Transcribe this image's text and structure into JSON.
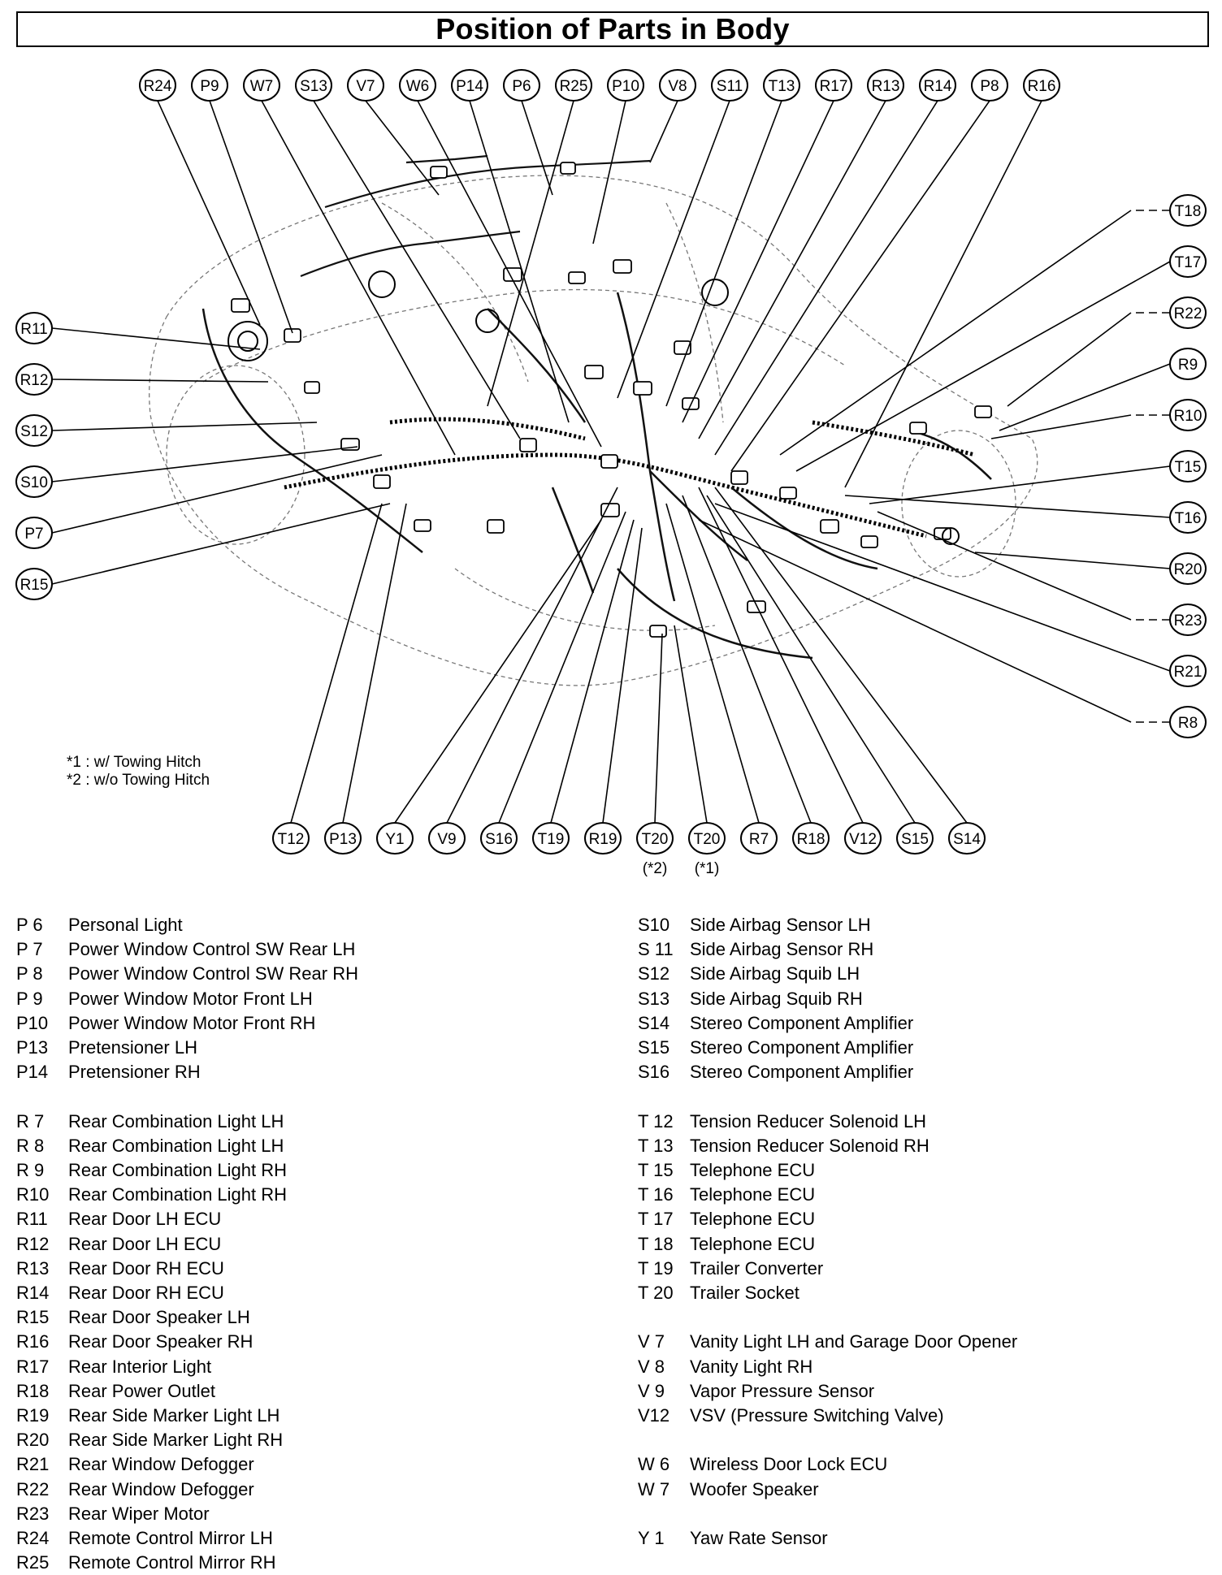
{
  "title": "Position of Parts in Body",
  "notes": [
    "*1 : w/ Towing Hitch",
    "*2 : w/o Towing Hitch"
  ],
  "callouts_top": [
    "R24",
    "P9",
    "W7",
    "S13",
    "V7",
    "W6",
    "P14",
    "P6",
    "R25",
    "P10",
    "V8",
    "S11",
    "T13",
    "R17",
    "R13",
    "R14",
    "P8",
    "R16"
  ],
  "callouts_left": [
    "R11",
    "R12",
    "S12",
    "S10",
    "P7",
    "R15"
  ],
  "callouts_right": [
    "T18",
    "T17",
    "R22",
    "R9",
    "R10",
    "T15",
    "T16",
    "R20",
    "R23",
    "R21",
    "R8"
  ],
  "callouts_bottom": [
    "T12",
    "P13",
    "Y1",
    "V9",
    "S16",
    "T19",
    "R19",
    "T20",
    "T20",
    "R7",
    "R18",
    "V12",
    "S15",
    "S14"
  ],
  "callouts_bottom_notes": [
    "",
    "",
    "",
    "",
    "",
    "",
    "",
    "(*2)",
    "(*1)",
    "",
    "",
    "",
    "",
    ""
  ],
  "legend_left": [
    {
      "code": "P 6",
      "name": "Personal Light"
    },
    {
      "code": "P 7",
      "name": "Power Window Control SW Rear LH"
    },
    {
      "code": "P 8",
      "name": "Power Window Control SW Rear RH"
    },
    {
      "code": "P 9",
      "name": "Power Window Motor Front LH"
    },
    {
      "code": "P10",
      "name": "Power Window Motor Front RH"
    },
    {
      "code": "P13",
      "name": "Pretensioner LH"
    },
    {
      "code": "P14",
      "name": "Pretensioner RH"
    },
    {
      "code": "R 7",
      "name": "Rear Combination Light LH"
    },
    {
      "code": "R 8",
      "name": "Rear Combination Light LH"
    },
    {
      "code": "R 9",
      "name": "Rear Combination Light RH"
    },
    {
      "code": "R10",
      "name": "Rear Combination Light RH"
    },
    {
      "code": "R11",
      "name": "Rear Door LH ECU"
    },
    {
      "code": "R12",
      "name": "Rear Door LH ECU"
    },
    {
      "code": "R13",
      "name": "Rear Door RH ECU"
    },
    {
      "code": "R14",
      "name": "Rear Door RH ECU"
    },
    {
      "code": "R15",
      "name": "Rear Door Speaker LH"
    },
    {
      "code": "R16",
      "name": "Rear Door Speaker RH"
    },
    {
      "code": "R17",
      "name": "Rear Interior Light"
    },
    {
      "code": "R18",
      "name": "Rear Power Outlet"
    },
    {
      "code": "R19",
      "name": "Rear Side Marker Light LH"
    },
    {
      "code": "R20",
      "name": "Rear Side Marker Light RH"
    },
    {
      "code": "R21",
      "name": "Rear Window Defogger"
    },
    {
      "code": "R22",
      "name": "Rear Window Defogger"
    },
    {
      "code": "R23",
      "name": "Rear Wiper Motor"
    },
    {
      "code": "R24",
      "name": "Remote Control Mirror LH"
    },
    {
      "code": "R25",
      "name": "Remote Control Mirror RH"
    }
  ],
  "legend_right": [
    {
      "code": "S10",
      "name": "Side Airbag Sensor LH"
    },
    {
      "code": "S 11",
      "name": "Side Airbag Sensor RH"
    },
    {
      "code": "S12",
      "name": "Side Airbag Squib LH"
    },
    {
      "code": "S13",
      "name": "Side Airbag Squib RH"
    },
    {
      "code": "S14",
      "name": "Stereo Component Amplifier"
    },
    {
      "code": "S15",
      "name": "Stereo Component Amplifier"
    },
    {
      "code": "S16",
      "name": "Stereo Component Amplifier"
    },
    {
      "code": "T 12",
      "name": "Tension Reducer Solenoid LH"
    },
    {
      "code": "T 13",
      "name": "Tension Reducer Solenoid RH"
    },
    {
      "code": "T 15",
      "name": "Telephone ECU"
    },
    {
      "code": "T 16",
      "name": "Telephone ECU"
    },
    {
      "code": "T 17",
      "name": "Telephone ECU"
    },
    {
      "code": "T 18",
      "name": "Telephone ECU"
    },
    {
      "code": "T 19",
      "name": "Trailer Converter"
    },
    {
      "code": "T 20",
      "name": "Trailer Socket"
    },
    {
      "code": "V 7",
      "name": "Vanity Light LH and Garage Door Opener"
    },
    {
      "code": "V 8",
      "name": "Vanity Light RH"
    },
    {
      "code": "V 9",
      "name": "Vapor Pressure Sensor"
    },
    {
      "code": "V12",
      "name": "VSV (Pressure Switching Valve)"
    },
    {
      "code": "W 6",
      "name": "Wireless Door Lock ECU"
    },
    {
      "code": "W 7",
      "name": "Woofer Speaker"
    },
    {
      "code": "Y 1",
      "name": "Yaw Rate Sensor"
    }
  ]
}
